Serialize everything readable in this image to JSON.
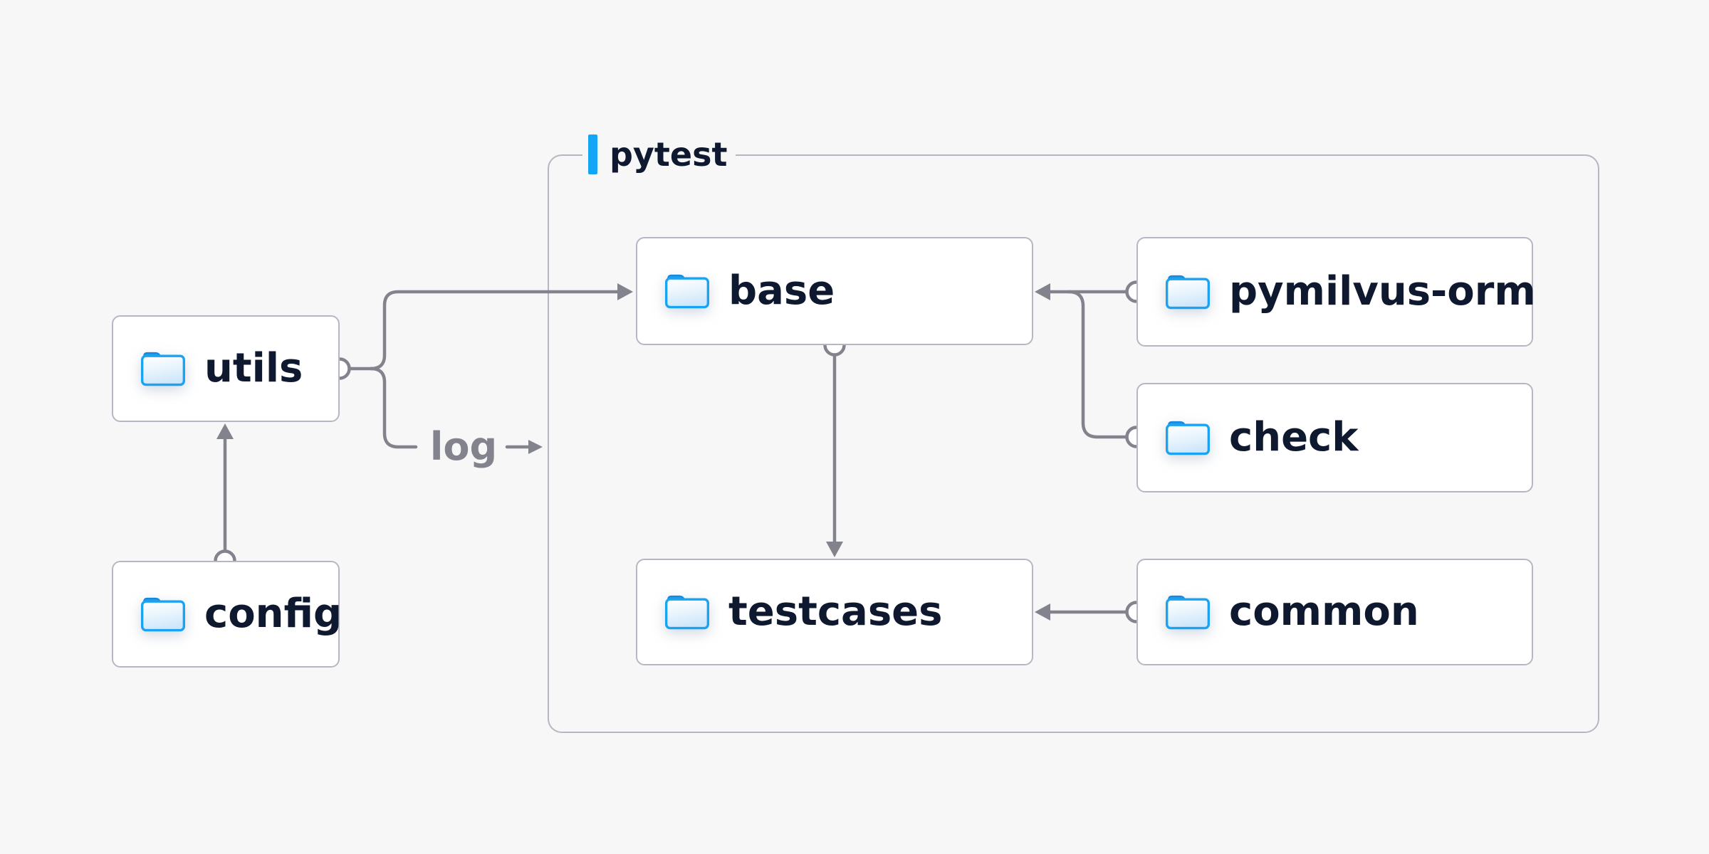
{
  "page": {
    "background": "#f7f7f8"
  },
  "colors": {
    "accent_blue": "#14a6f4",
    "folder_blue": "#1aa3f3",
    "line_gray": "#83838d",
    "border_gray": "#b7b7c3",
    "text_navy": "#0e182f"
  },
  "container": {
    "label": "pytest"
  },
  "nodes": {
    "utils": {
      "label": "utils",
      "icon": "folder-icon"
    },
    "config": {
      "label": "config",
      "icon": "folder-icon"
    },
    "base": {
      "label": "base",
      "icon": "folder-icon"
    },
    "testcases": {
      "label": "testcases",
      "icon": "folder-icon"
    },
    "pymilvus_orm": {
      "label": "pymilvus-orm",
      "icon": "folder-icon"
    },
    "check": {
      "label": "check",
      "icon": "folder-icon"
    },
    "common": {
      "label": "common",
      "icon": "folder-icon"
    }
  },
  "edges": {
    "log_label": "log"
  }
}
